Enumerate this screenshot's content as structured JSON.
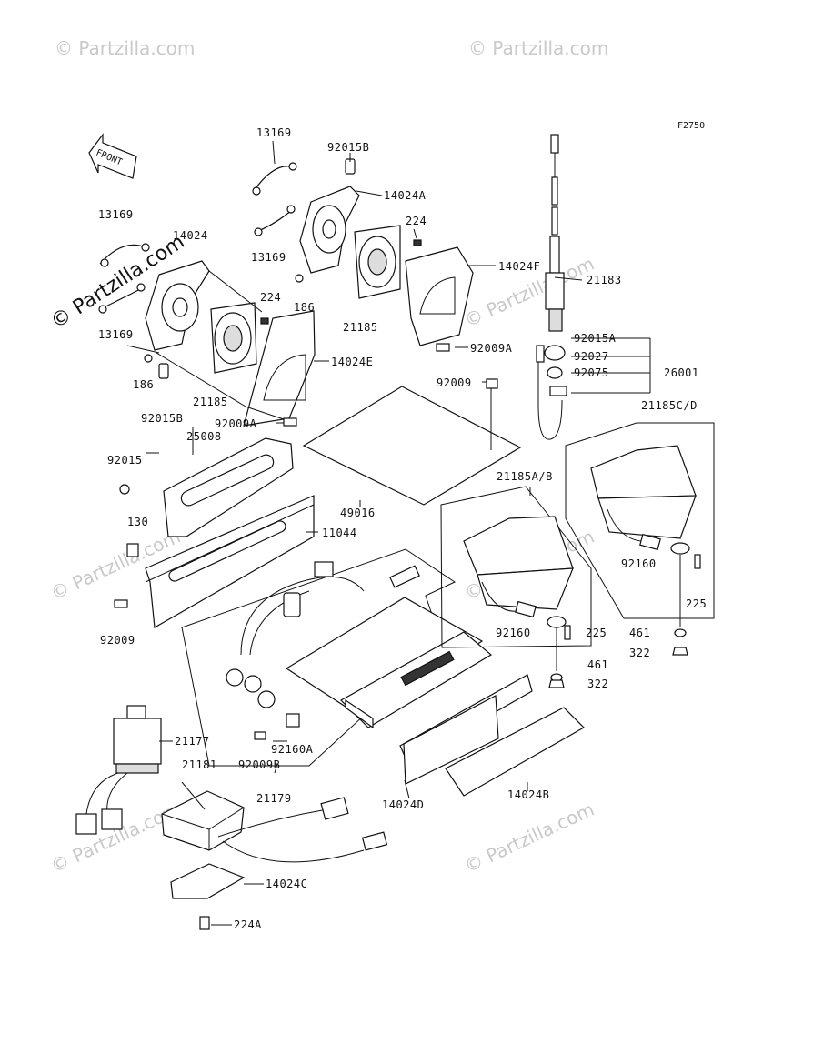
{
  "figure_ref": "F2750",
  "front_arrow_label": "FRONT",
  "watermark_text": "© Partzilla.com",
  "parts": {
    "p13169_a": "13169",
    "p92015B_a": "92015B",
    "p14024A": "14024A",
    "p224_a": "224",
    "p13169_b": "13169",
    "p13169_c": "13169",
    "p14024": "14024",
    "p13169_d": "13169",
    "p14024F": "14024F",
    "p186_a": "186",
    "p21185_a": "21185",
    "p224_b": "224",
    "p92009A_a": "92009A",
    "p14024E": "14024E",
    "p186_b": "186",
    "p21185_b": "21185",
    "p92015B_b": "92015B",
    "p92009A_b": "92009A",
    "p21183": "21183",
    "p92015A": "92015A",
    "p92027": "92027",
    "p92075": "92075",
    "p26001": "26001",
    "p92009_a": "92009",
    "p21185CD": "21185C/D",
    "p25008": "25008",
    "p92015": "92015",
    "p49016": "49016",
    "p21185AB": "21185A/B",
    "p130": "130",
    "p11044": "11044",
    "p92160_a": "92160",
    "p225_a": "225",
    "p92009_b": "92009",
    "p461_a": "461",
    "p322_a": "322",
    "p92160_b": "92160",
    "p225_b": "225",
    "p461_b": "461",
    "p322_b": "322",
    "p21177": "21177",
    "p21181": "21181",
    "p92160A": "92160A",
    "p92009B": "92009B",
    "p21179": "21179",
    "p14024D": "14024D",
    "p14024B": "14024B",
    "p14024C": "14024C",
    "p224A": "224A"
  }
}
